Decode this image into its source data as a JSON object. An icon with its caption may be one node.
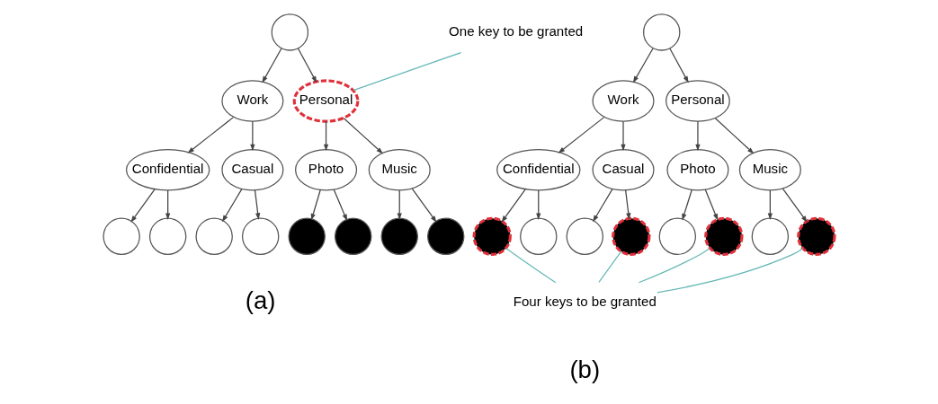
{
  "diagram": {
    "nodes": [
      {
        "text": [],
        "shape": "circle"
      },
      {
        "text": [
          "Work"
        ]
      },
      {
        "text": [
          "Personal"
        ]
      },
      {
        "text": [
          "Confidential"
        ]
      },
      {
        "text": [
          "Casual"
        ]
      },
      {
        "text": [
          "Photo"
        ]
      },
      {
        "text": [
          "Music"
        ]
      },
      {
        "text": [],
        "shape": "circle"
      },
      {
        "text": [],
        "shape": "circle"
      },
      {
        "text": [],
        "shape": "circle"
      },
      {
        "text": [],
        "shape": "circle"
      },
      {
        "text": [],
        "shape": "circle"
      },
      {
        "text": [],
        "shape": "circle"
      },
      {
        "text": [],
        "shape": "circle"
      },
      {
        "text": [],
        "shape": "circle"
      },
      {
        "text": [
          "One key to be granted"
        ]
      },
      {
        "text": [],
        "shape": "circle"
      },
      {
        "text": [
          "Work"
        ]
      },
      {
        "text": [
          "Personal"
        ]
      },
      {
        "text": [
          "Confidential"
        ]
      },
      {
        "text": [
          "Casual"
        ]
      },
      {
        "text": [
          "Photo"
        ]
      },
      {
        "text": [
          "Music"
        ]
      },
      {
        "text": [],
        "shape": "circle"
      },
      {
        "text": [],
        "shape": "circle"
      },
      {
        "text": [],
        "shape": "circle"
      },
      {
        "text": [],
        "shape": "circle"
      },
      {
        "text": [],
        "shape": "circle"
      },
      {
        "text": [],
        "shape": "circle"
      },
      {
        "text": [],
        "shape": "circle"
      },
      {
        "text": [],
        "shape": "circle"
      },
      {
        "text": [
          "Four keys to be granted"
        ]
      }
    ],
    "edges": [
      {
        "from": 0,
        "to": 1,
        "arrow": "to"
      },
      {
        "from": 0,
        "to": 2,
        "arrow": "to"
      },
      {
        "from": 1,
        "to": 3,
        "arrow": "to"
      },
      {
        "from": 1,
        "to": 4,
        "arrow": "to"
      },
      {
        "from": 2,
        "to": 5,
        "arrow": "to"
      },
      {
        "from": 2,
        "to": 6,
        "arrow": "to"
      },
      {
        "from": 3,
        "to": 7,
        "arrow": "to"
      },
      {
        "from": 3,
        "to": 8,
        "arrow": "to"
      },
      {
        "from": 4,
        "to": 9,
        "arrow": "to"
      },
      {
        "from": 4,
        "to": 10,
        "arrow": "to"
      },
      {
        "from": 5,
        "to": 11,
        "arrow": "to"
      },
      {
        "from": 5,
        "to": 12,
        "arrow": "to"
      },
      {
        "from": 6,
        "to": 13,
        "arrow": "to"
      },
      {
        "from": 6,
        "to": 14,
        "arrow": "to"
      },
      {
        "from": 15,
        "to": 2,
        "arrow": "none",
        "color": "#66b8b8"
      },
      {
        "from": 16,
        "to": 17,
        "arrow": "to"
      },
      {
        "from": 16,
        "to": 18,
        "arrow": "to"
      },
      {
        "from": 17,
        "to": 19,
        "arrow": "to"
      },
      {
        "from": 17,
        "to": 20,
        "arrow": "to"
      },
      {
        "from": 18,
        "to": 21,
        "arrow": "to"
      },
      {
        "from": 18,
        "to": 22,
        "arrow": "to"
      },
      {
        "from": 19,
        "to": 23,
        "arrow": "to"
      },
      {
        "from": 19,
        "to": 24,
        "arrow": "to"
      },
      {
        "from": 20,
        "to": 25,
        "arrow": "to"
      },
      {
        "from": 20,
        "to": 26,
        "arrow": "to"
      },
      {
        "from": 21,
        "to": 27,
        "arrow": "to"
      },
      {
        "from": 21,
        "to": 28,
        "arrow": "to"
      },
      {
        "from": 22,
        "to": 29,
        "arrow": "to"
      },
      {
        "from": 22,
        "to": 30,
        "arrow": "to"
      },
      {
        "from": 31,
        "to": 23,
        "arrow": "none",
        "color": "#66b8b8"
      },
      {
        "from": 31,
        "to": 26,
        "arrow": "none",
        "color": "#66b8b8"
      },
      {
        "from": 31,
        "to": 28,
        "arrow": "none",
        "color": "#66b8b8"
      },
      {
        "from": 31,
        "to": 30,
        "arrow": "none",
        "color": "#66b8b8"
      }
    ],
    "labels": [
      "(a)",
      "(b)"
    ]
  }
}
